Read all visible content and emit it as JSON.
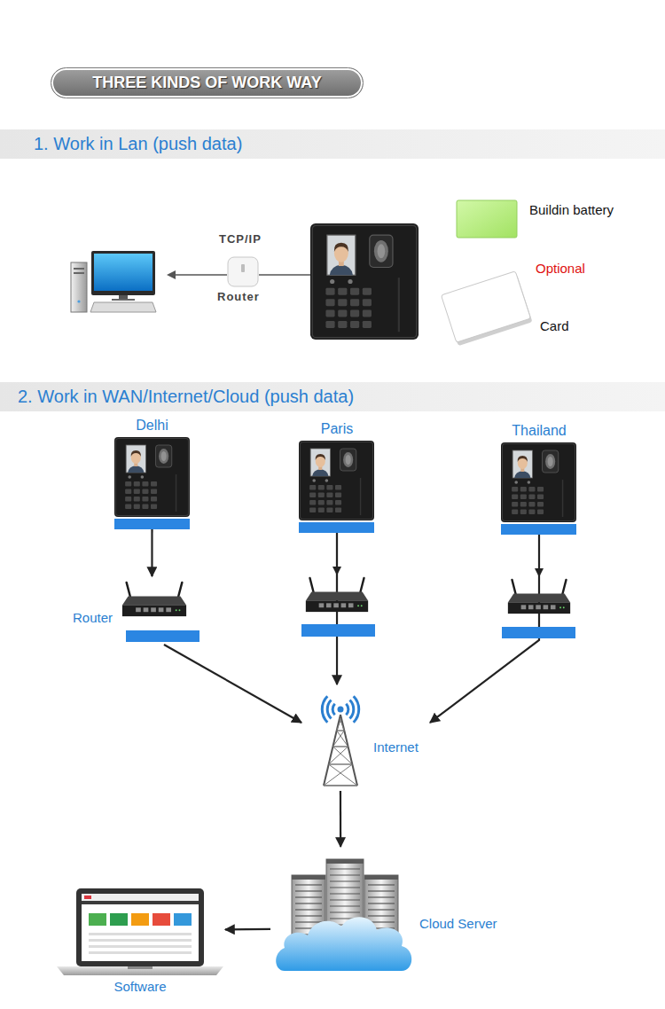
{
  "diagram": {
    "title": "THREE KINDS OF WORK WAY",
    "nodes": [
      {
        "text": [
          "1. Work in Lan (push data)"
        ]
      },
      {
        "text": [
          "2. Work in WAN/Internet/Cloud (push data)"
        ]
      },
      {
        "text": [
          "Delhi"
        ]
      },
      {
        "text": [
          "Paris"
        ]
      },
      {
        "text": [
          "Thailand"
        ]
      },
      {
        "text": [
          "Router"
        ]
      },
      {
        "text": [
          "Internet"
        ]
      },
      {
        "text": [
          "Cloud Server"
        ]
      },
      {
        "text": [
          "Software"
        ]
      }
    ],
    "edges": [
      {
        "from": 2,
        "to": 5,
        "arrow": "to"
      },
      {
        "from": 5,
        "to": 6,
        "arrow": "to"
      },
      {
        "from": 3,
        "to": 6,
        "arrow": "to"
      },
      {
        "from": 4,
        "to": 6,
        "arrow": "to"
      },
      {
        "from": 6,
        "to": 7,
        "arrow": "to"
      },
      {
        "from": 7,
        "to": 8,
        "arrow": "to"
      }
    ],
    "labels": [
      "TCP/IP",
      "Router",
      "Buildin battery",
      "Optional",
      "Card"
    ]
  }
}
